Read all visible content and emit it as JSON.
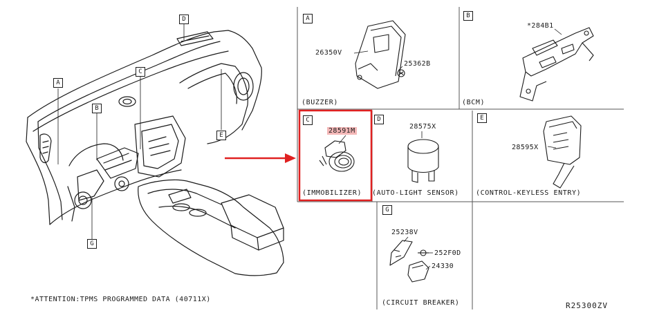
{
  "overview_callouts": [
    "A",
    "B",
    "C",
    "D",
    "E",
    "G"
  ],
  "panels": {
    "A": {
      "letter": "A",
      "caption": "(BUZZER)",
      "parts": [
        "26350V",
        "25362B"
      ]
    },
    "B": {
      "letter": "B",
      "caption": "(BCM)",
      "parts": [
        "*284B1"
      ]
    },
    "C": {
      "letter": "C",
      "caption": "(IMMOBILIZER)",
      "parts": [
        "28591M"
      ]
    },
    "D": {
      "letter": "D",
      "caption": "(AUTO-LIGHT SENSOR)",
      "parts": [
        "28575X"
      ]
    },
    "E": {
      "letter": "E",
      "caption": "(CONTROL-KEYLESS ENTRY)",
      "parts": [
        "28595X"
      ]
    },
    "G": {
      "letter": "G",
      "caption": "(CIRCUIT BREAKER)",
      "parts": [
        "25238V",
        "252F0D",
        "24330"
      ]
    }
  },
  "attention_note": "*ATTENTION:TPMS PROGRAMMED DATA (40711X)",
  "diagram_code": "R25300ZV",
  "colors": {
    "highlight": "#e02020",
    "part_highlight": "#f4b8b8",
    "line": "#1a1a1a"
  }
}
